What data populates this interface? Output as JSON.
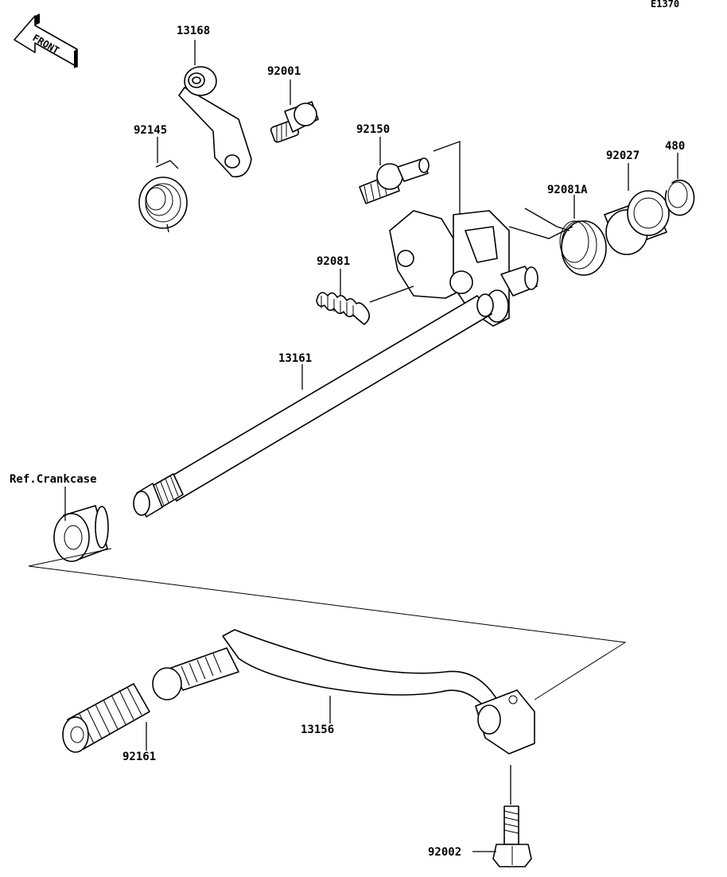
{
  "diagram_id": "E1370",
  "front_label": "FRONT",
  "callouts": {
    "p13168": "13168",
    "p92001": "92001",
    "p92145": "92145",
    "p92150": "92150",
    "p92027": "92027",
    "p480": "480",
    "p92081A": "92081A",
    "p92081": "92081",
    "p13161": "13161",
    "ref_crankcase": "Ref.Crankcase",
    "p13156": "13156",
    "p92161": "92161",
    "p92002": "92002"
  },
  "icons": [
    "front-arrow-icon"
  ]
}
